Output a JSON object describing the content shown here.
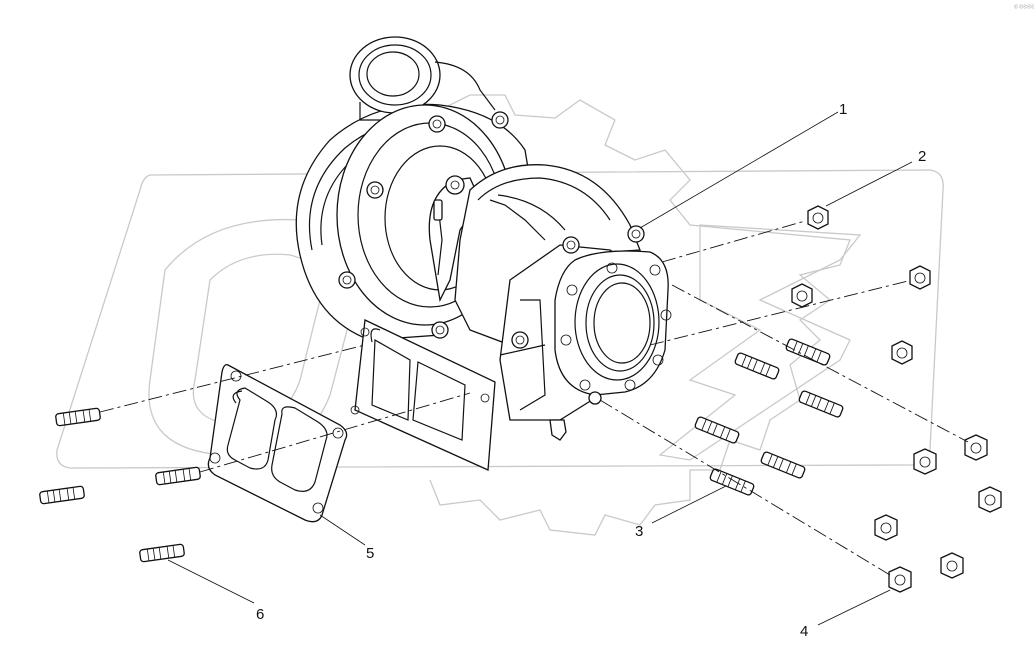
{
  "diagram": {
    "callouts": [
      {
        "id": "1",
        "label": "1"
      },
      {
        "id": "2",
        "label": "2"
      },
      {
        "id": "3",
        "label": "3"
      },
      {
        "id": "4",
        "label": "4"
      },
      {
        "id": "5",
        "label": "5"
      },
      {
        "id": "6",
        "label": "6"
      }
    ],
    "corner_tag": "ⓒ ⓒⓒⓒⓒ",
    "colors": {
      "line": "#111111",
      "watermark": "#c9c9c9",
      "background": "#ffffff"
    }
  }
}
